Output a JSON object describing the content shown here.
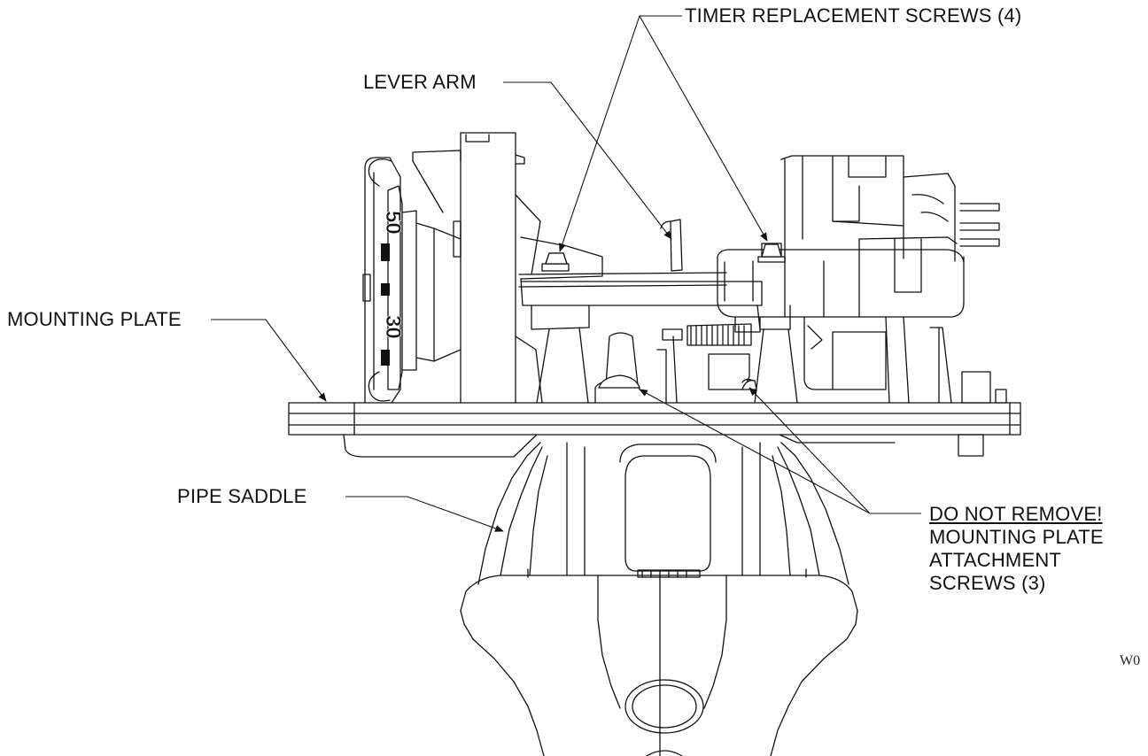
{
  "labels": {
    "timer_screws": "TIMER REPLACEMENT SCREWS (4)",
    "lever_arm": "LEVER ARM",
    "mounting_plate": "MOUNTING PLATE",
    "pipe_saddle": "PIPE SADDLE",
    "warning_line1": "DO NOT REMOVE!",
    "warning_line2": "MOUNTING PLATE",
    "warning_line3": "ATTACHMENT",
    "warning_line4": "SCREWS (3)"
  },
  "dial": {
    "mark_top": "50",
    "mark_bottom": "30"
  },
  "figure_ref": "W0",
  "colors": {
    "line": "#111111",
    "background": "#ffffff"
  }
}
